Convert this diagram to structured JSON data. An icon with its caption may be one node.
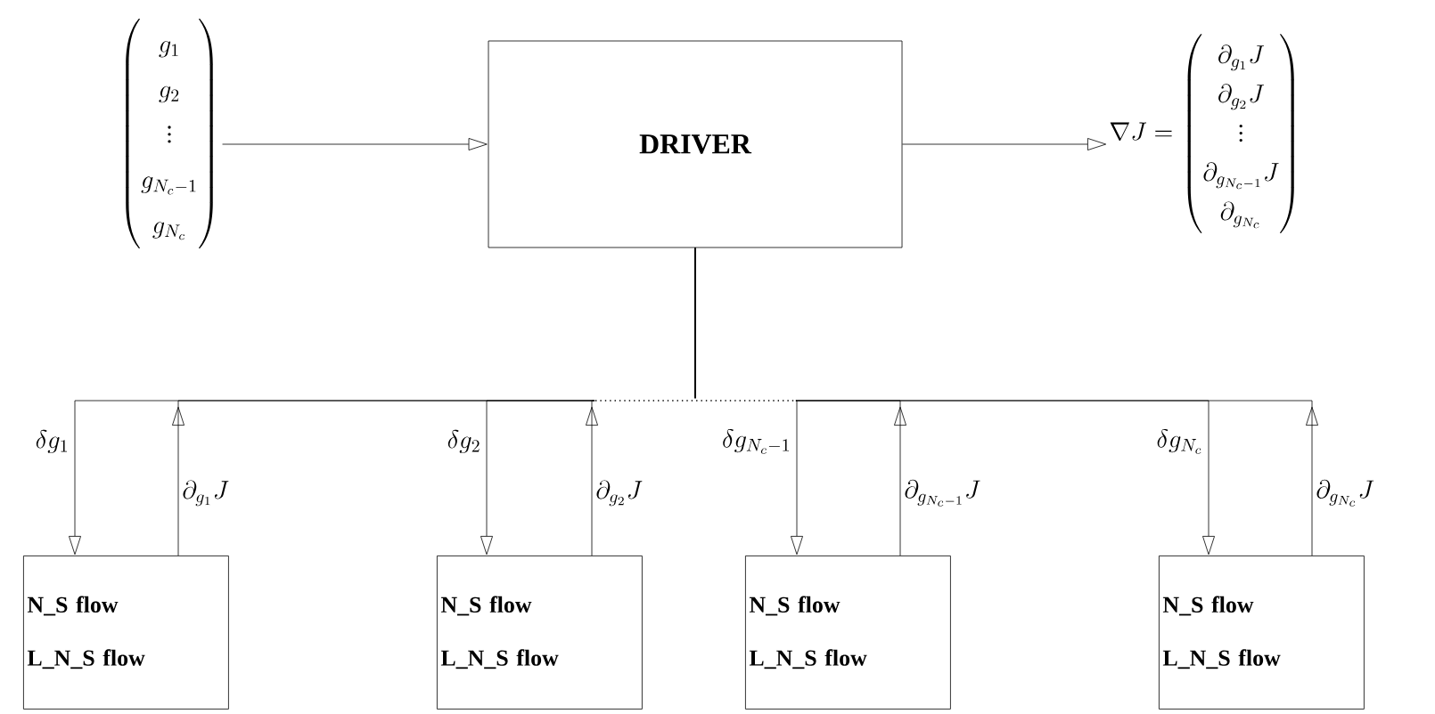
{
  "diagram": {
    "nodes": [
      {
        "text": [
          "\\begin{pmatrix} g_1 \\\\ g_2 \\\\ \\vdots \\\\ g_{N_c-1} \\\\ g_{N_c} \\end{pmatrix}"
        ]
      },
      {
        "text": [
          "DRIVER"
        ]
      },
      {
        "text": [
          "\\nabla J = \\begin{pmatrix} \\partial_{g_1} J \\\\ \\partial_{g_2} J \\\\ \\vdots \\\\ \\partial_{g_{N_c-1}} J \\\\ \\partial_{g_{N_c}} \\end{pmatrix}"
        ]
      },
      {
        "text": [
          "N_S flow",
          "L_N_S flow"
        ]
      },
      {
        "text": [
          "N_S flow",
          "L_N_S flow"
        ]
      },
      {
        "text": [
          "N_S flow",
          "L_N_S flow"
        ]
      },
      {
        "text": [
          "N_S flow",
          "L_N_S flow"
        ]
      }
    ],
    "edges": [
      {
        "from": 0,
        "to": 1,
        "arrow": "to"
      },
      {
        "from": 1,
        "to": 2,
        "arrow": "to"
      },
      {
        "from": 1,
        "to": 3,
        "arrow": "to",
        "label": "\\delta g_1"
      },
      {
        "from": 3,
        "to": 1,
        "arrow": "to",
        "label": "\\partial_{g_1} J"
      },
      {
        "from": 1,
        "to": 4,
        "arrow": "to",
        "label": "\\delta g_2"
      },
      {
        "from": 4,
        "to": 1,
        "arrow": "to",
        "label": "\\partial_{g_2} J"
      },
      {
        "from": 1,
        "to": 5,
        "arrow": "to",
        "label": "\\delta g_{N_c-1}"
      },
      {
        "from": 5,
        "to": 1,
        "arrow": "to",
        "label": "\\partial_{g_{N_c-1}} J"
      },
      {
        "from": 1,
        "to": 6,
        "arrow": "to",
        "label": "\\delta g_{N_c}"
      },
      {
        "from": 6,
        "to": 1,
        "arrow": "to",
        "label": "\\partial_{g_{N_c}} J"
      }
    ]
  }
}
